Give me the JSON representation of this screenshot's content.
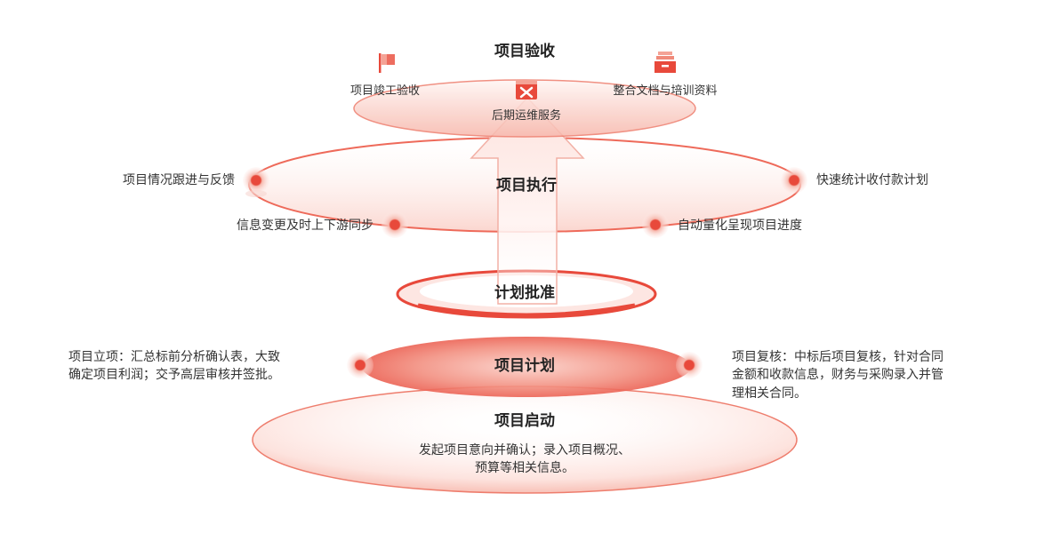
{
  "stages": {
    "acceptance": {
      "title": "项目验收",
      "items": [
        "项目竣工验收",
        "后期运维服务",
        "整合文档与培训资料"
      ]
    },
    "execution": {
      "title": "项目执行",
      "items": [
        "项目情况跟进与反馈",
        "快速统计收付款计划",
        "信息变更及时上下游同步",
        "自动量化呈现项目进度"
      ]
    },
    "approval": {
      "title": "计划批准"
    },
    "planning": {
      "title": "项目计划",
      "left_lines": [
        "项目立项：汇总标前分析确认表，大致",
        "确定项目利润；交予高层审核并签批。"
      ],
      "right_lines": [
        "项目复核：中标后项目复核，针对合同",
        "金额和收款信息，财务与采购录入并管",
        "理相关合同。"
      ]
    },
    "startup": {
      "title": "项目启动",
      "desc_lines": [
        "发起项目意向并确认；录入项目概况、",
        "预算等相关信息。"
      ]
    }
  },
  "colors": {
    "accent": "#e8493b",
    "accent_light": "#f7c3bb",
    "fill_light": "#fde9e6"
  },
  "icons": [
    "flag-icon",
    "tools-icon",
    "archive-tray-icon"
  ]
}
